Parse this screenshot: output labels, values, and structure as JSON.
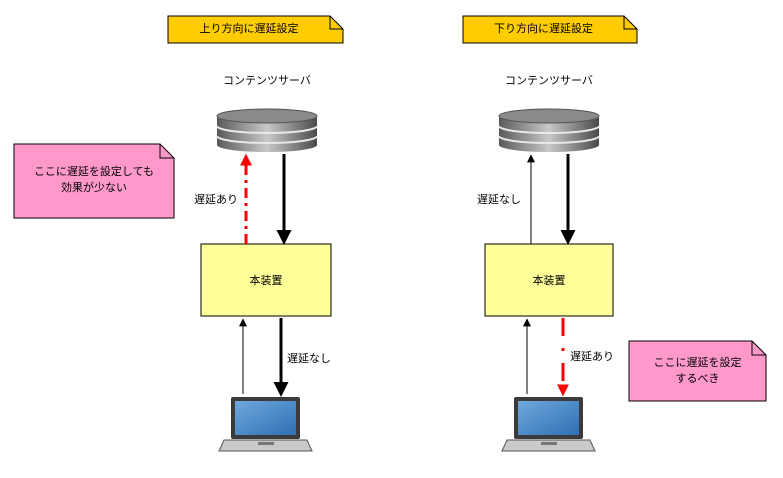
{
  "left": {
    "title": "上り方向に遅延設定",
    "server_label": "コンテンツサーバ",
    "device_label": "本装置",
    "upstream_label": "遅延あり",
    "downstream_label": "遅延なし",
    "note_line1": "ここに遅延を設定しても",
    "note_line2": "効果が少ない"
  },
  "right": {
    "title": "下り方向に遅延設定",
    "server_label": "コンテンツサーバ",
    "device_label": "本装置",
    "upstream_label": "遅延なし",
    "downstream_label": "遅延あり",
    "note_line1": "ここに遅延を設定",
    "note_line2": "するべき"
  },
  "colors": {
    "title_fill": "#FFCC00",
    "note_fill": "#FF99CC",
    "device_fill": "#FFFF99",
    "delay_arrow": "#FF0000"
  }
}
